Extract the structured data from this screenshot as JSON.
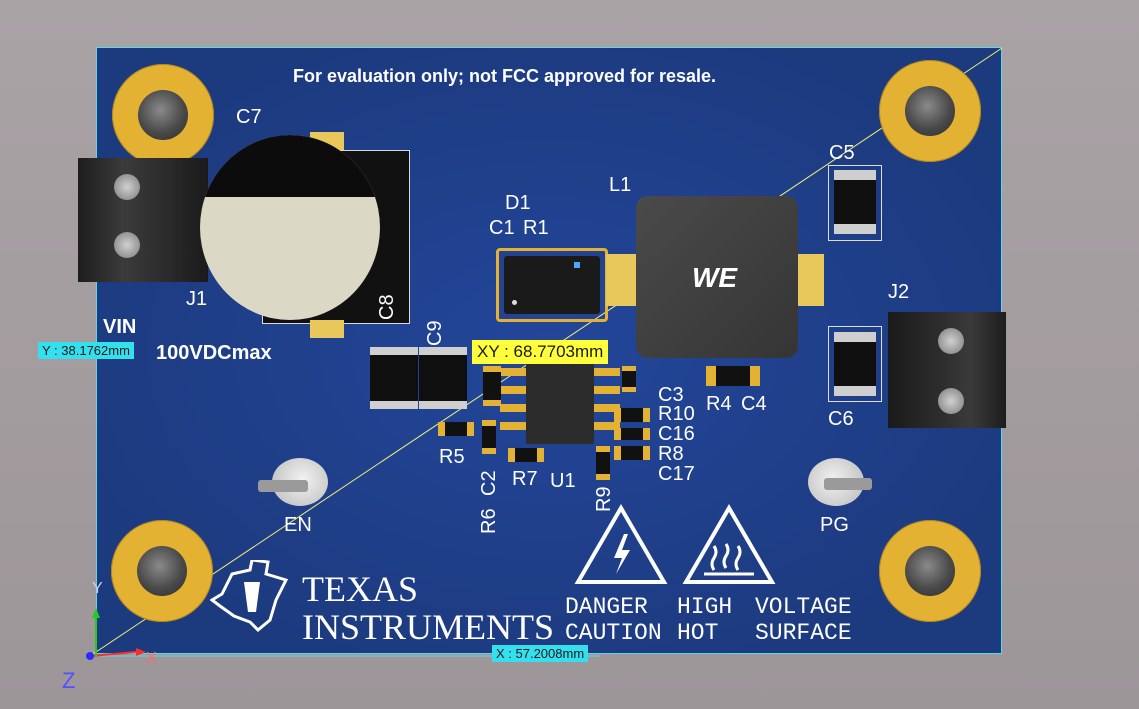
{
  "board": {
    "notice": "For evaluation only; not FCC approved for resale.",
    "vin_label": "VIN",
    "vin_rating": "100VDCmax",
    "en_label": "EN",
    "pg_label": "PG",
    "logo_line1": "Texas",
    "logo_line2": "Instruments",
    "warnings": [
      "DANGER",
      "HIGH",
      "VOLTAGE",
      "CAUTION",
      "HOT",
      "SURFACE"
    ],
    "inductor_logo": "WE"
  },
  "refdes": {
    "c7": "C7",
    "j1": "J1",
    "d1": "D1",
    "c1": "C1",
    "r1": "R1",
    "l1": "L1",
    "c5": "C5",
    "j2": "J2",
    "c8": "C8",
    "c9": "C9",
    "c3": "C3",
    "r4": "R4",
    "c4": "C4",
    "r10": "R10",
    "c16": "C16",
    "r8": "R8",
    "c17": "C17",
    "c6": "C6",
    "r5": "R5",
    "c2": "C2",
    "r7": "R7",
    "u1": "U1",
    "r9": "R9",
    "r6": "R6"
  },
  "measurements": {
    "y_readout": "Y : 38.1762mm",
    "xy_readout": "XY : 68.7703mm",
    "x_readout": "X : 57.2008mm"
  },
  "axes": {
    "x": "X",
    "y": "Y",
    "z": "Z"
  },
  "colors": {
    "pcb": "#1e3d84",
    "copper": "#e3b232",
    "measure_cyan": "#35e0ee",
    "measure_yellow": "#ffff3a"
  }
}
